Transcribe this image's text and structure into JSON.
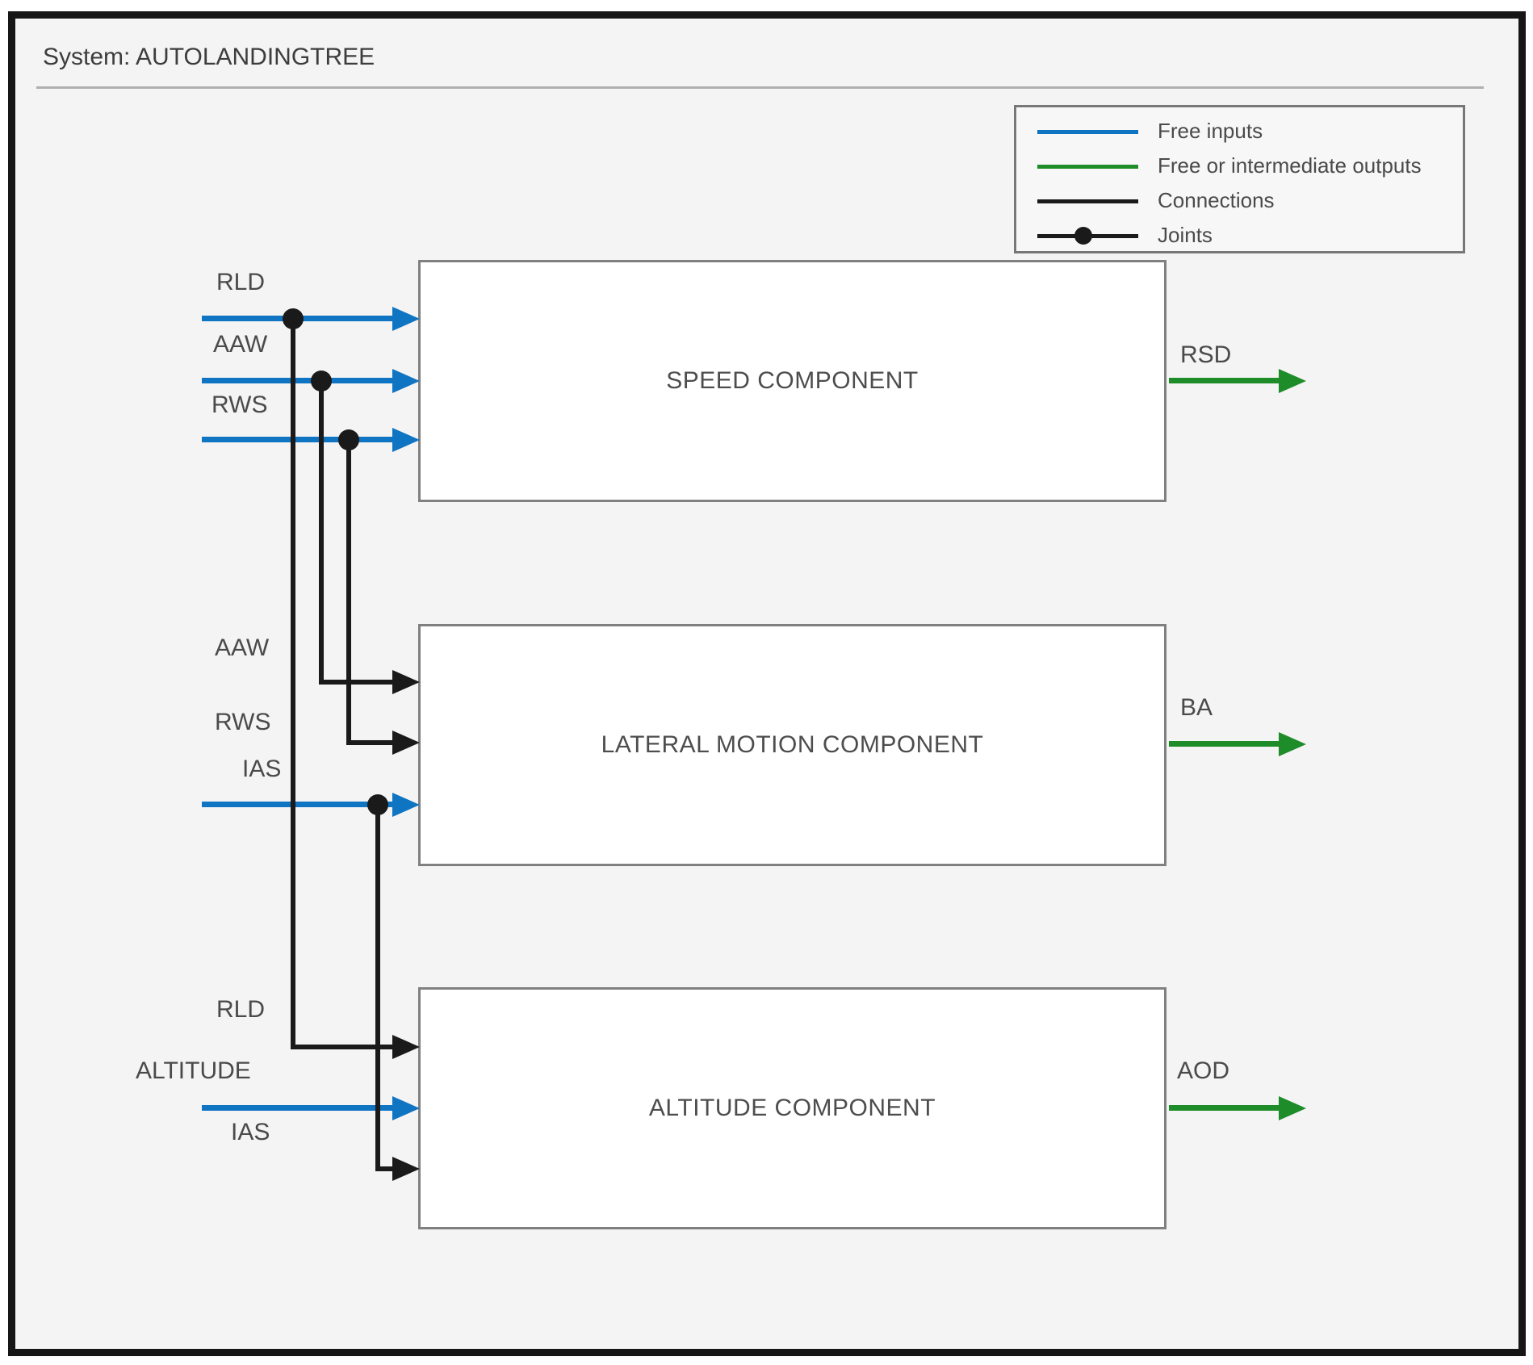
{
  "title": "System: AUTOLANDINGTREE",
  "legend": {
    "items": [
      {
        "label": "Free inputs",
        "color": "#0f74c2",
        "kind": "line"
      },
      {
        "label": "Free or intermediate outputs",
        "color": "#1e8c28",
        "kind": "line"
      },
      {
        "label": "Connections",
        "color": "#1a1a1a",
        "kind": "line"
      },
      {
        "label": "Joints",
        "color": "#1a1a1a",
        "kind": "joint"
      }
    ]
  },
  "components": [
    {
      "label": "SPEED COMPONENT",
      "inputs": [
        "RLD",
        "AAW",
        "RWS"
      ],
      "output": "RSD"
    },
    {
      "label": "LATERAL MOTION COMPONENT",
      "inputs": [
        "AAW",
        "RWS",
        "IAS"
      ],
      "output": "BA"
    },
    {
      "label": "ALTITUDE COMPONENT",
      "inputs": [
        "RLD",
        "ALTITUDE",
        "IAS"
      ],
      "output": "AOD"
    }
  ],
  "colors": {
    "free_input": "#0f74c2",
    "free_or_intermediate_output": "#1e8c28",
    "connection": "#1a1a1a",
    "background": "#f4f4f4"
  }
}
